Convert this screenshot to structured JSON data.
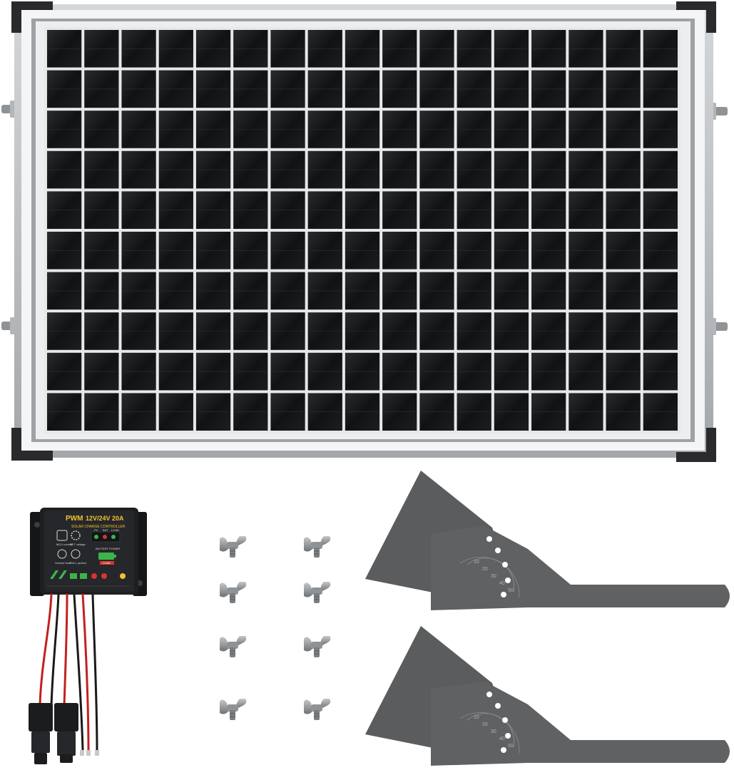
{
  "scene": {
    "subject": "solar panel kit",
    "components": [
      "solar-panel",
      "charge-controller",
      "wing-screws",
      "tilt-brackets"
    ]
  },
  "panel": {
    "columns": 17,
    "rows": 10,
    "frame_color": "#b9bcbf",
    "cell_color": "#1c1c1e",
    "grid_line_color": "#e6e8ea",
    "corner_color": "#2a2a2c"
  },
  "controller": {
    "brand_line": "PWM",
    "rating": "12V/24V 20A",
    "subtitle": "SOLAR CHARGE CONTROLLER",
    "indicator_labels": [
      "PV",
      "BAT",
      "LOAD"
    ],
    "feature_mcu": "MCU control",
    "feature_set": "SET voltage",
    "feature_timer": "Sunrise timer",
    "feature_pwm": "FULL protect",
    "battery_label": "BATTERY POWER",
    "load_label": "LOAD",
    "body_color": "#1e1f21",
    "accent_color": "#f2c230",
    "wire_colors": [
      "#c0221f",
      "#1a1a1a",
      "#c0221f",
      "#1a1a1a",
      "#c0221f",
      "#1a1a1a"
    ]
  },
  "screws": {
    "count": 8,
    "color": "#8f9396"
  },
  "brackets": {
    "count": 2,
    "color": "#5f6163",
    "angle_marks": [
      "10",
      "20",
      "30",
      "40",
      "50"
    ]
  }
}
